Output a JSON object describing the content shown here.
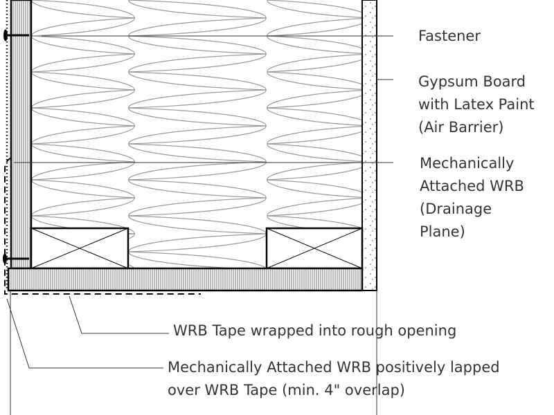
{
  "labels": {
    "fastener": [
      "Fastener"
    ],
    "gypsum": [
      "Gypsum Board",
      "with Latex Paint",
      "(Air Barrier)"
    ],
    "wrb": [
      "Mechanically",
      "Attached WRB",
      "(Drainage",
      "Plane)"
    ],
    "tape": [
      "WRB Tape wrapped into rough opening"
    ],
    "lapped": [
      "Mechanically Attached WRB positively lapped",
      "over WRB Tape (min. 4\" overlap)"
    ]
  },
  "colors": {
    "line": "#000000",
    "insulation": "#9a9a9a",
    "text": "#333333"
  }
}
